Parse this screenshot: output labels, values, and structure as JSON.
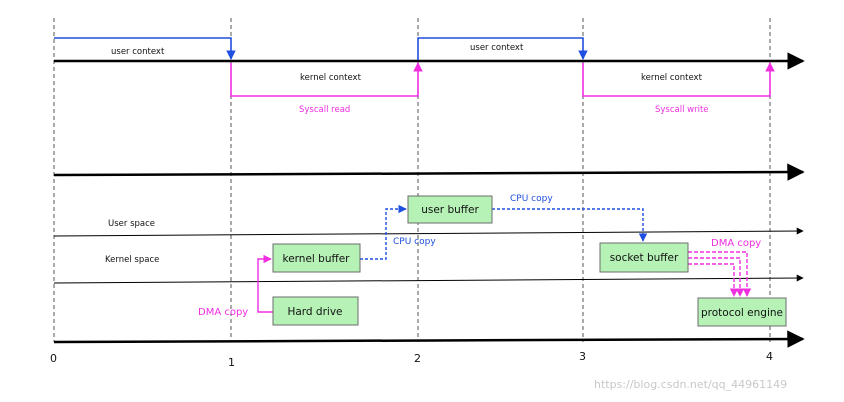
{
  "timeline": {
    "ticks": [
      "0",
      "1",
      "2",
      "3",
      "4"
    ]
  },
  "contexts": {
    "user_context_1": "user context",
    "user_context_2": "user context",
    "kernel_context_1": "kernel context",
    "kernel_context_2": "kernel context",
    "syscall_read": "Syscall read",
    "syscall_write": "Syscall write"
  },
  "spaces": {
    "user_space": "User space",
    "kernel_space": "Kernel  space"
  },
  "boxes": {
    "user_buffer": "user buffer",
    "kernel_buffer": "kernel buffer",
    "socket_buffer": "socket buffer",
    "hard_drive": "Hard drive",
    "protocol_engine": "protocol engine"
  },
  "copies": {
    "cpu_copy_1": "CPU copy",
    "cpu_copy_2": "CPU copy",
    "dma_copy_1": "DMA copy",
    "dma_copy_2": "DMA copy"
  },
  "watermark": "https://blog.csdn.net/qq_44961149",
  "colors": {
    "user_line": "#1f4fe0",
    "kernel_line": "#f02ee0",
    "box_fill": "#b6f2b6",
    "box_stroke": "#6c6c6c",
    "axis": "#000000"
  }
}
